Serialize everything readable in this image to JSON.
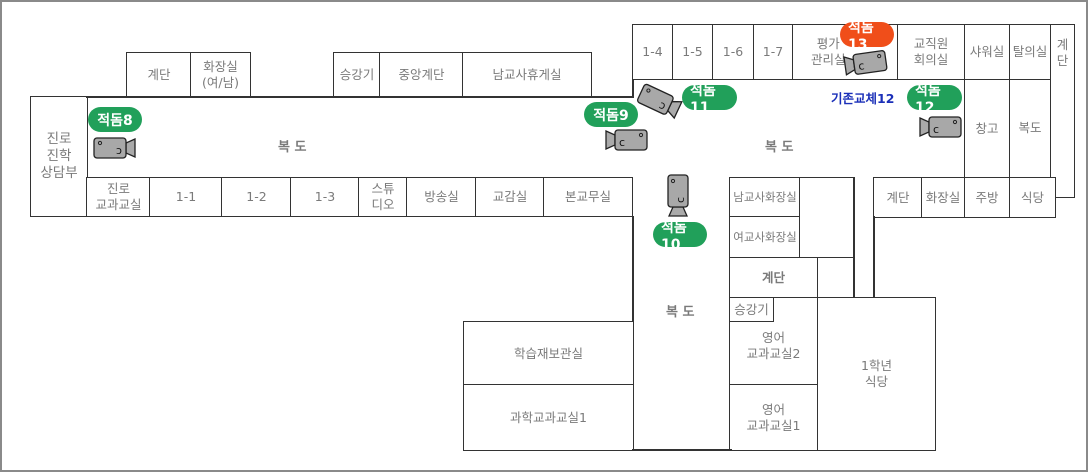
{
  "colors": {
    "badge_green": "#21a05a",
    "badge_red": "#f04e1a",
    "wall": "#333333",
    "label": "#7a7a7a",
    "note_blue": "#1a2fb8"
  },
  "rooms": {
    "stairs_a": "계단",
    "restroom_a": "화장실\n(여/남)",
    "elevator_a": "승강기",
    "central_stairs": "중앙계단",
    "male_teacher_lounge": "남교사휴게실",
    "career_counsel": "진로\n진학\n상담부",
    "career_class": "진로\n교과교실",
    "c1_1": "1-1",
    "c1_2": "1-2",
    "c1_3": "1-3",
    "studio": "스튜\n디오",
    "broadcast": "방송실",
    "vice_principal": "교감실",
    "main_office": "본교무실",
    "c1_4": "1-4",
    "c1_5": "1-5",
    "c1_6": "1-6",
    "c1_7": "1-7",
    "evaluation": "평가\n관리실",
    "staff_meeting": "교직원\n회의실",
    "shower": "샤워실",
    "locker": "탈의실",
    "stairs_b": "계\n단",
    "storage": "창고",
    "corridor_right": "복도",
    "stairs_c": "계단",
    "restroom_c": "화장실",
    "kitchen": "주방",
    "cafeteria": "식당",
    "male_teacher_restroom": "남교사화장실",
    "female_teacher_restroom": "여교사화장실",
    "stairs_d": "계단",
    "elevator_d": "승강기",
    "english2": "영어\n교과교실2",
    "english1": "영어\n교과교실1",
    "grade1_cafeteria": "1학년\n식당",
    "material_storage": "학습재보관실",
    "science1": "과학교과교실1"
  },
  "corridors": {
    "west": "복 도",
    "east": "복 도",
    "south": "복 도"
  },
  "cameras": [
    {
      "label": "적돔8",
      "status": "green",
      "icon": "camera-icon"
    },
    {
      "label": "적돔9",
      "status": "green",
      "icon": "camera-icon"
    },
    {
      "label": "적돔10",
      "status": "green",
      "icon": "camera-icon"
    },
    {
      "label": "적돔11",
      "status": "green",
      "icon": "camera-icon"
    },
    {
      "label": "적돔12",
      "status": "green",
      "icon": "camera-icon"
    },
    {
      "label": "적돔13",
      "status": "red",
      "icon": "camera-icon"
    }
  ],
  "notes": {
    "replace12": "기존교체12"
  }
}
